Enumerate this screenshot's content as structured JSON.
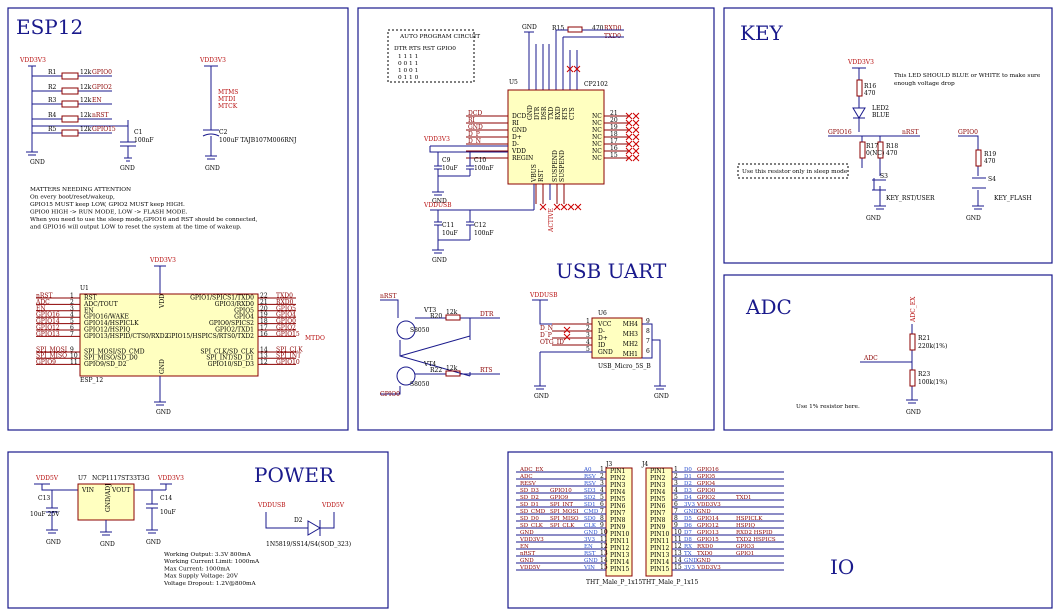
{
  "blocks": {
    "esp12": "ESP12",
    "key": "KEY",
    "usb_uart": "USB UART",
    "adc": "ADC",
    "power": "POWER",
    "io": "IO"
  },
  "esp12": {
    "vdd_a": "VDD3V3",
    "vdd_b": "VDD3V3",
    "vdd_c": "VDD3V3",
    "resistors": [
      {
        "ref": "R1",
        "val": "12k",
        "net": "GPIO0"
      },
      {
        "ref": "R2",
        "val": "12k",
        "net": "GPIO2"
      },
      {
        "ref": "R3",
        "val": "12k",
        "net": "EN"
      },
      {
        "ref": "R4",
        "val": "12k",
        "net": "nRST"
      },
      {
        "ref": "R5",
        "val": "12k",
        "net": "GPIO15"
      }
    ],
    "c1": "C1",
    "c1v": "100nF",
    "c2": "C2",
    "c2v": "100uF TAJB107M006RNJ",
    "mtms": "MTMS",
    "mtdi": "MTDI",
    "mtck": "MTCK",
    "mtdo": "MTDO",
    "gnd": "GND",
    "notes": [
      "MATTERS NEEDING ATTENTION",
      "On every boot/reset/wakeup,",
      "GPIO15 MUST keep LOW, GPIO2 MUST keep HIGH.",
      "GPIO0 HIGH -> RUN MODE, LOW -> FLASH MODE.",
      "When you need to use the sleep mode,GPIO16 and RST should be connected,",
      "and GPIO16 will output LOW to reset the system at the time of wakeup."
    ],
    "u1": "U1",
    "u1name": "ESP_12",
    "vdd_pin": "VDD",
    "gnd_pin": "GND",
    "left": [
      {
        "net": "nRST",
        "pin": "RST",
        "n": "1"
      },
      {
        "net": "ADC",
        "pin": "ADC/TOUT",
        "n": "2"
      },
      {
        "net": "EN",
        "pin": "EN",
        "n": "3"
      },
      {
        "net": "GPIO16",
        "pin": "GPIO16/WAKE",
        "n": "4"
      },
      {
        "net": "GPIO14",
        "pin": "GPIO14/HSPICLK",
        "n": "5"
      },
      {
        "net": "GPIO12",
        "pin": "GPIO12/HSPIQ",
        "n": "6"
      },
      {
        "net": "GPIO13",
        "pin": "GPIO13/HSPID/CTS0/RXD2",
        "n": "7"
      }
    ],
    "left2": [
      {
        "net": "SPI_MOSI",
        "pin": "SPI_MOSI/SD_CMD",
        "n": "9"
      },
      {
        "net": "SPI_MISO",
        "pin": "SPI_MISO/SD_D0",
        "n": "10"
      },
      {
        "net": "GPIO9",
        "pin": "GPIO9/SD_D2",
        "n": "11"
      }
    ],
    "right": [
      {
        "net": "TXD0",
        "pin": "GPIO1/SPICS1/TXD0",
        "n": "22"
      },
      {
        "net": "RXD0",
        "pin": "GPIO3/RXD0",
        "n": "21"
      },
      {
        "net": "GPIO5",
        "pin": "GPIO5",
        "n": "20"
      },
      {
        "net": "GPIO4",
        "pin": "GPIO4",
        "n": "19"
      },
      {
        "net": "GPIO0",
        "pin": "GPIO0/SPICS2",
        "n": "18"
      },
      {
        "net": "GPIO2",
        "pin": "GPIO2/TXD1",
        "n": "17"
      },
      {
        "net": "GPIO15",
        "pin": "GPIO15/HSPICS/RTS0/TXD2",
        "n": "16"
      }
    ],
    "right2": [
      {
        "net": "SPI_CLK",
        "pin": "SPI_CLK/SD_CLK",
        "n": "14"
      },
      {
        "net": "SPI_INT",
        "pin": "SPI_INT/SD_D1",
        "n": "13"
      },
      {
        "net": "GPIO10",
        "pin": "GPIO10/SD_D3",
        "n": "12"
      }
    ]
  },
  "uart": {
    "table_title": "AUTO PROGRAM CIRCUIT",
    "table_head": "DTR RTS RST GPIO0",
    "table_rows": [
      "1      1      1      1",
      "0      0      1      1",
      "1      0      0      1",
      "0      1      1      0"
    ],
    "gnd": "GND",
    "r15": "R15",
    "r15v": "470",
    "rxd0": "RXD0",
    "txd0": "TXD0",
    "u5": "U5",
    "u5name": "CP2102",
    "top_pins": [
      "GND",
      "DTR",
      "DSR",
      "TXD",
      "RXD",
      "RTS",
      "CTS"
    ],
    "left_pins": [
      {
        "net": "DCD",
        "pin": "DCD"
      },
      {
        "net": "RI",
        "pin": "RI"
      },
      {
        "net": "GND",
        "pin": "GND"
      },
      {
        "net": "D_P",
        "pin": "D+"
      },
      {
        "net": "D_N",
        "pin": "D-"
      },
      {
        "net": "",
        "pin": "VDD"
      },
      {
        "net": "",
        "pin": "REGIN"
      }
    ],
    "nc": "NC",
    "nc_nums": [
      "21",
      "20",
      "19",
      "18",
      "17",
      "16",
      "15"
    ],
    "vdd": "VDD3V3",
    "c9": "C9",
    "c9v": "10uF",
    "c10": "C10",
    "c10v": "100nF",
    "vddusb": "VDDUSB",
    "c11": "C11",
    "c11v": "10uF",
    "c12": "C12",
    "c12v": "100nF",
    "vbus": "VBUS",
    "rst": "RST",
    "suspend": "SUSPEND",
    "nsuspend": "SUSPEND",
    "active": "ACTIVE",
    "nrst": "nRST",
    "vt3": "VT3",
    "vt3m": "S8050",
    "r20": "R20",
    "r20v": "12k",
    "dtr": "DTR",
    "vt4": "VT4",
    "vt4m": "S8050",
    "r22": "R22",
    "r22v": "12k",
    "rts": "RTS",
    "gpio0": "GPIO0",
    "usb_vdd": "VDDUSB",
    "u6": "U6",
    "u6name": "USB_Micro_5S_B",
    "usb_left": [
      {
        "net": "",
        "pin": "VCC",
        "n": "1"
      },
      {
        "net": "D_N",
        "pin": "D-",
        "n": "2"
      },
      {
        "net": "D_P",
        "pin": "D+",
        "n": "3"
      },
      {
        "net": "OTG_ID",
        "pin": "ID",
        "n": "4"
      },
      {
        "net": "",
        "pin": "GND",
        "n": "5"
      }
    ],
    "usb_right": [
      {
        "pin": "MH4",
        "n": "9"
      },
      {
        "pin": "MH3",
        "n": "8"
      },
      {
        "pin": "MH2",
        "n": "7"
      },
      {
        "pin": "MH1",
        "n": "6"
      }
    ]
  },
  "key": {
    "vdd": "VDD3V3",
    "r16": "R16",
    "r16v": "470",
    "led": "LED2",
    "ledc": "BLUE",
    "note": "This LED SHOULD BLUE or WHITE to make sure",
    "note2": "enough voltage drop",
    "gpio16": "GPIO16",
    "nrst": "nRST",
    "r17": "R17",
    "r17v": "0(NC)",
    "r18": "R18",
    "r18v": "470",
    "sleep_note": "Use this resistor only in sleep mode",
    "s3": "S3",
    "s3l": "KEY_RST/USER",
    "gpio0": "GPIO0",
    "r19": "R19",
    "r19v": "470",
    "s4": "S4",
    "s4l": "KEY_FLASH",
    "gnd": "GND"
  },
  "adcb": {
    "adc_ex": "ADC_EX",
    "adc": "ADC",
    "r21": "R21",
    "r21v": "220k(1%)",
    "r23": "R23",
    "r23v": "100k(1%)",
    "note": "Use 1% resistor here.",
    "gnd": "GND"
  },
  "power": {
    "vdd5": "VDD5V",
    "u7": "U7",
    "u7name": "NCP1117ST33T3G",
    "vin": "VIN",
    "vout": "VOUT",
    "gndadj": "GND/ADJ",
    "vdd33": "VDD3V3",
    "c13": "C13",
    "c13v": "10uF 25V",
    "c14": "C14",
    "c14v": "10uF",
    "vddusb": "VDDUSB",
    "vdd5b": "VDD5V",
    "d2": "D2",
    "d2v": "1N5819/SS14/S4(SOD_323)",
    "gnd": "GND",
    "specs": [
      "Working Output: 3.3V 800mA",
      "Working Current Limit: 1000mA",
      "Max Current: 1000mA",
      "Max Supply Voltage: 20V",
      "Voltage Dropout: 1.2V@800mA"
    ]
  },
  "io": {
    "j3": "J3",
    "j4": "J4",
    "j3name": "THT_Male_P_1x15",
    "j4name": "THT_Male_P_1x15",
    "left": [
      {
        "a": "ADC_EX",
        "b": "",
        "c": "A0",
        "n": "1"
      },
      {
        "a": "ADC",
        "b": "",
        "c": "RSV",
        "n": "2"
      },
      {
        "a": "RESV",
        "b": "",
        "c": "RSV",
        "n": "3"
      },
      {
        "a": "SD_D3",
        "b": "GPIO10",
        "c": "SD3",
        "n": "4"
      },
      {
        "a": "SD_D2",
        "b": "GPIO9",
        "c": "SD2",
        "n": "5"
      },
      {
        "a": "SD_D1",
        "b": "SPI_INT",
        "c": "SD1",
        "n": "6"
      },
      {
        "a": "SD_CMD",
        "b": "SPI_MOSI",
        "c": "CMD",
        "n": "7"
      },
      {
        "a": "SD_D0",
        "b": "SPI_MISO",
        "c": "SD0",
        "n": "8"
      },
      {
        "a": "SD_CLK",
        "b": "SPI_CLK",
        "c": "CLK",
        "n": "9"
      },
      {
        "a": "GND",
        "b": "",
        "c": "GND",
        "n": "10"
      },
      {
        "a": "VDD3V3",
        "b": "",
        "c": "3V3",
        "n": "11"
      },
      {
        "a": "EN",
        "b": "",
        "c": "EN",
        "n": "12"
      },
      {
        "a": "nRST",
        "b": "",
        "c": "RST",
        "n": "13"
      },
      {
        "a": "GND",
        "b": "",
        "c": "GND",
        "n": "14"
      },
      {
        "a": "VDD5V",
        "b": "",
        "c": "VIN",
        "n": "15"
      }
    ],
    "right": [
      {
        "c": "D0",
        "a": "GPIO16",
        "b": "",
        "n": "1"
      },
      {
        "c": "D1",
        "a": "GPIO5",
        "b": "",
        "n": "2"
      },
      {
        "c": "D2",
        "a": "GPIO4",
        "b": "",
        "n": "3"
      },
      {
        "c": "D3",
        "a": "GPIO0",
        "b": "",
        "n": "4"
      },
      {
        "c": "D4",
        "a": "GPIO2",
        "b": "TXD1",
        "n": "5"
      },
      {
        "c": "3V3",
        "a": "VDD3V3",
        "b": "",
        "n": "6"
      },
      {
        "c": "GND",
        "a": "GND",
        "b": "",
        "n": "7"
      },
      {
        "c": "D5",
        "a": "GPIO14",
        "b": "HSPICLK",
        "n": "8"
      },
      {
        "c": "D6",
        "a": "GPIO12",
        "b": "HSPIQ",
        "n": "9"
      },
      {
        "c": "D7",
        "a": "GPIO13",
        "b": "RXD2 HSPID",
        "n": "10"
      },
      {
        "c": "D8",
        "a": "GPIO15",
        "b": "TXD2 HSPICS",
        "n": "11"
      },
      {
        "c": "RX",
        "a": "RXD0",
        "b": "GPIO3",
        "n": "12"
      },
      {
        "c": "TX",
        "a": "TXD0",
        "b": "GPIO1",
        "n": "13"
      },
      {
        "c": "GND",
        "a": "GND",
        "b": "",
        "n": "14"
      },
      {
        "c": "3V3",
        "a": "VDD3V3",
        "b": "",
        "n": "15"
      }
    ],
    "pin_prefix": "PIN"
  }
}
